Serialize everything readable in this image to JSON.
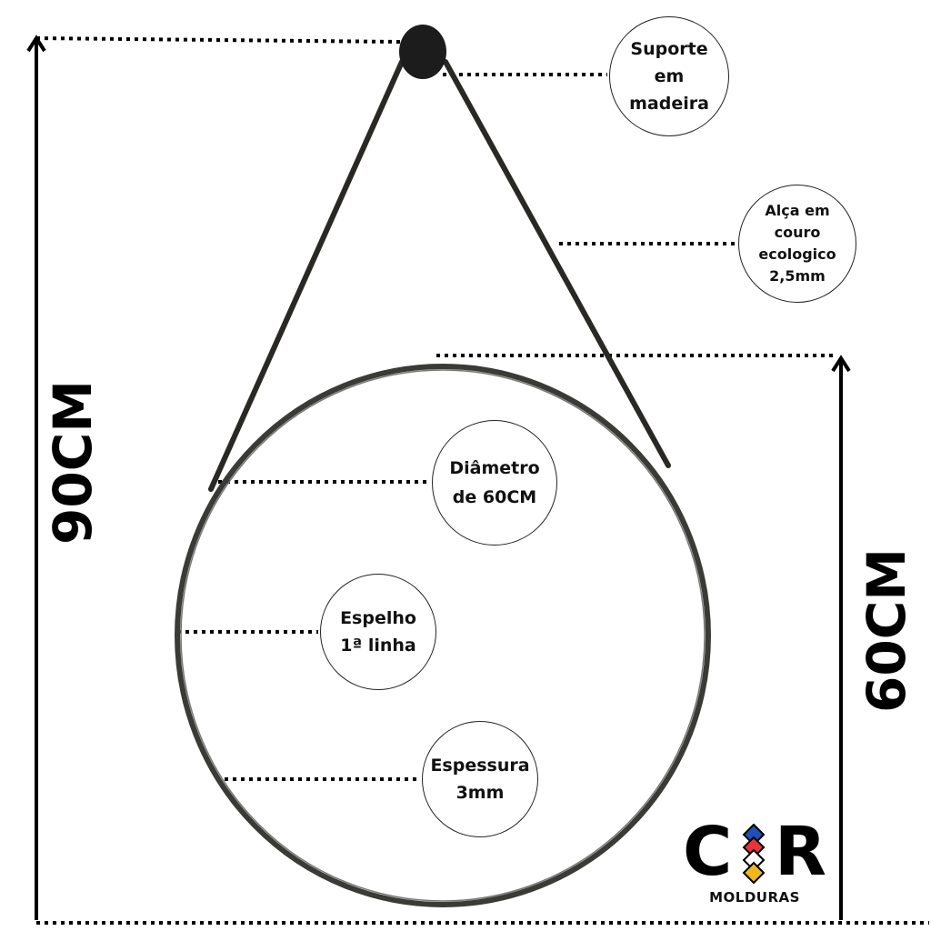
{
  "dimensions": {
    "total_height": "90CM",
    "mirror_height": "60CM"
  },
  "callouts": {
    "support": "Suporte\nem\nmadeira",
    "strap": "Alça em\ncouro\necologico\n2,5mm",
    "diameter": "Diâmetro\nde 60CM",
    "mirror": "Espelho\n1ª linha",
    "thickness": "Espessura\n3mm"
  },
  "logo": {
    "letter_left": "C",
    "letter_right": "R",
    "subtitle": "MOLDURAS",
    "diamond_colors": [
      "#1f4fb8",
      "#e8333a",
      "#ffffff",
      "#f0b81a"
    ]
  }
}
